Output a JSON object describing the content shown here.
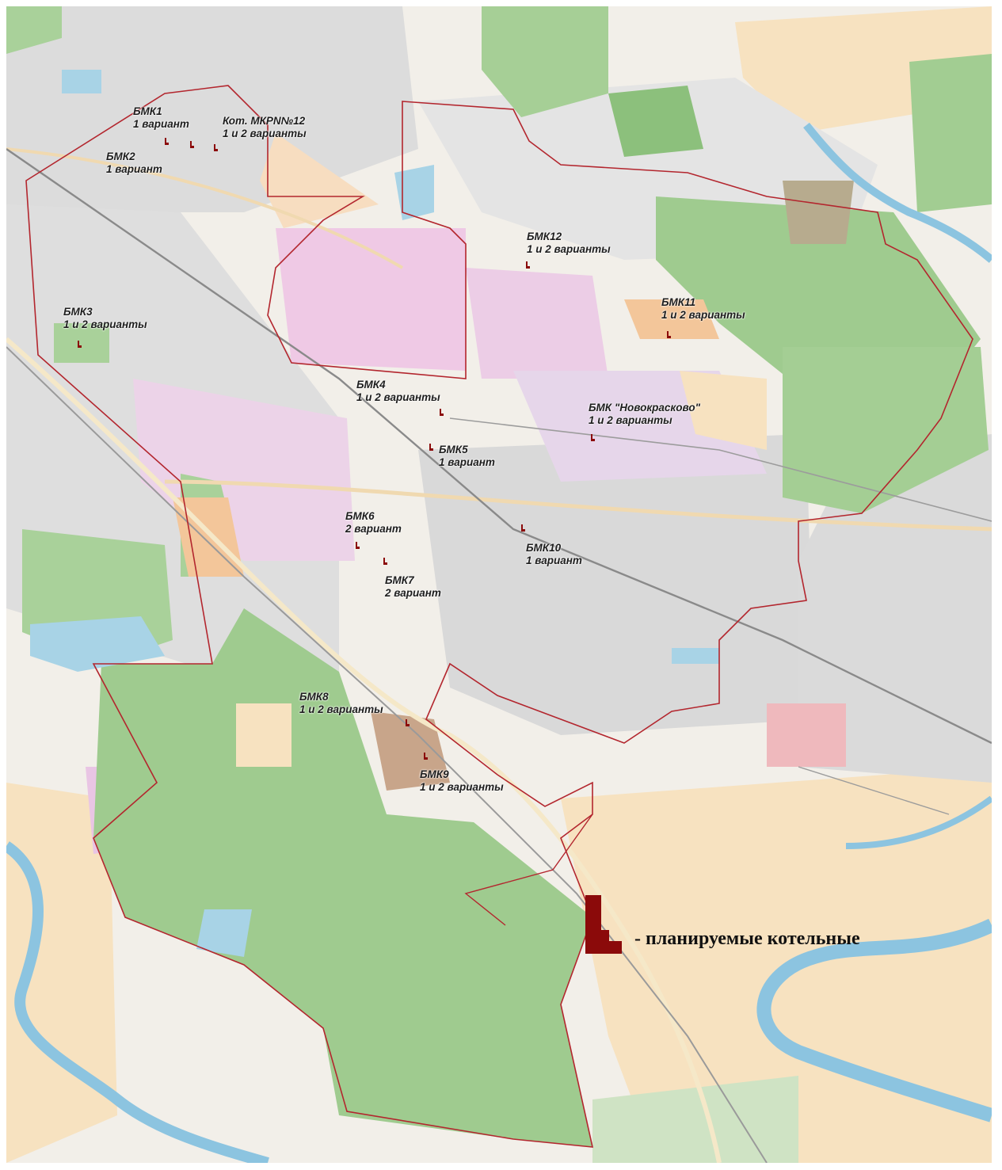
{
  "map": {
    "colors": {
      "background": "#f2efe9",
      "forest": "#9fcb8f",
      "forest_dark": "#8cc07c",
      "urban": "#dcdcdc",
      "residential_pink": "#efc9e5",
      "industrial": "#e2cfe0",
      "farmland": "#f7e2c0",
      "sand": "#f3c69a",
      "water": "#a8d3e6",
      "river": "#8cc4e0",
      "railway": "#8a8a8a",
      "boundary": "#b3262e",
      "boiler_marker": "#8b0a0a"
    },
    "boilers": [
      {
        "lines": [
          "БМК1",
          "1 вариант"
        ]
      },
      {
        "lines": [
          "Кот. МКРN№12",
          "1 и 2 варианты"
        ]
      },
      {
        "lines": [
          "БМК2",
          "1 вариант"
        ]
      },
      {
        "lines": [
          "БМК12",
          "1 и 2 варианты"
        ]
      },
      {
        "lines": [
          "БМК11",
          "1 и 2 варианты"
        ]
      },
      {
        "lines": [
          "БМК3",
          "1 и 2 варианты"
        ]
      },
      {
        "lines": [
          "БМК4",
          "1 и 2 варианты"
        ]
      },
      {
        "lines": [
          "БМК \"Новокрасково\"",
          "1 и 2 варианты"
        ]
      },
      {
        "lines": [
          "БМК5",
          "1 вариант"
        ]
      },
      {
        "lines": [
          "БМК6",
          "2 вариант"
        ]
      },
      {
        "lines": [
          "БМК10",
          "1 вариант"
        ]
      },
      {
        "lines": [
          "БМК7",
          "2 вариант"
        ]
      },
      {
        "lines": [
          "БМК8",
          "1 и 2 варианты"
        ]
      },
      {
        "lines": [
          "БМК9",
          "1 и 2 варианты"
        ]
      }
    ],
    "legend": {
      "icon": "boiler-house-icon",
      "text": "- планируемые котельные"
    }
  }
}
